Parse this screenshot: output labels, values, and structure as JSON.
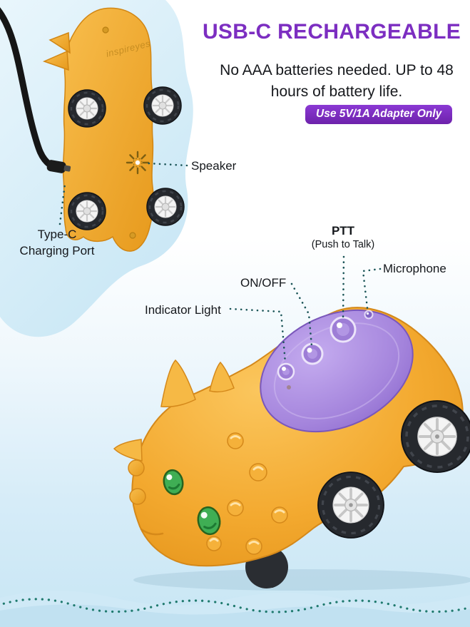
{
  "header": {
    "title": "USB-C RECHARGEABLE",
    "subtitle": "No AAA batteries needed. UP to 48 hours of battery life.",
    "badge": "Use 5V/1A Adapter Only"
  },
  "underside": {
    "brand": "inspireyes",
    "speaker_label": "Speaker",
    "charging_port_label": "Type-C Charging Port"
  },
  "car": {
    "indicator_label": "Indicator Light",
    "onoff_label": "ON/OFF",
    "ptt_label": "PTT",
    "ptt_sub_label": "(Push to Talk)",
    "microphone_label": "Microphone"
  },
  "colors": {
    "title_purple": "#7c2ec1",
    "badge_purple": "#7a2fc0",
    "body_yellow": "#f2a42e",
    "shell_purple": "#9c7bd8",
    "eye_green": "#3fae54",
    "pointer_line": "#1a5457",
    "wave_dotted_teal": "#1f7a6e",
    "background_blue": "#c8e6f4"
  }
}
